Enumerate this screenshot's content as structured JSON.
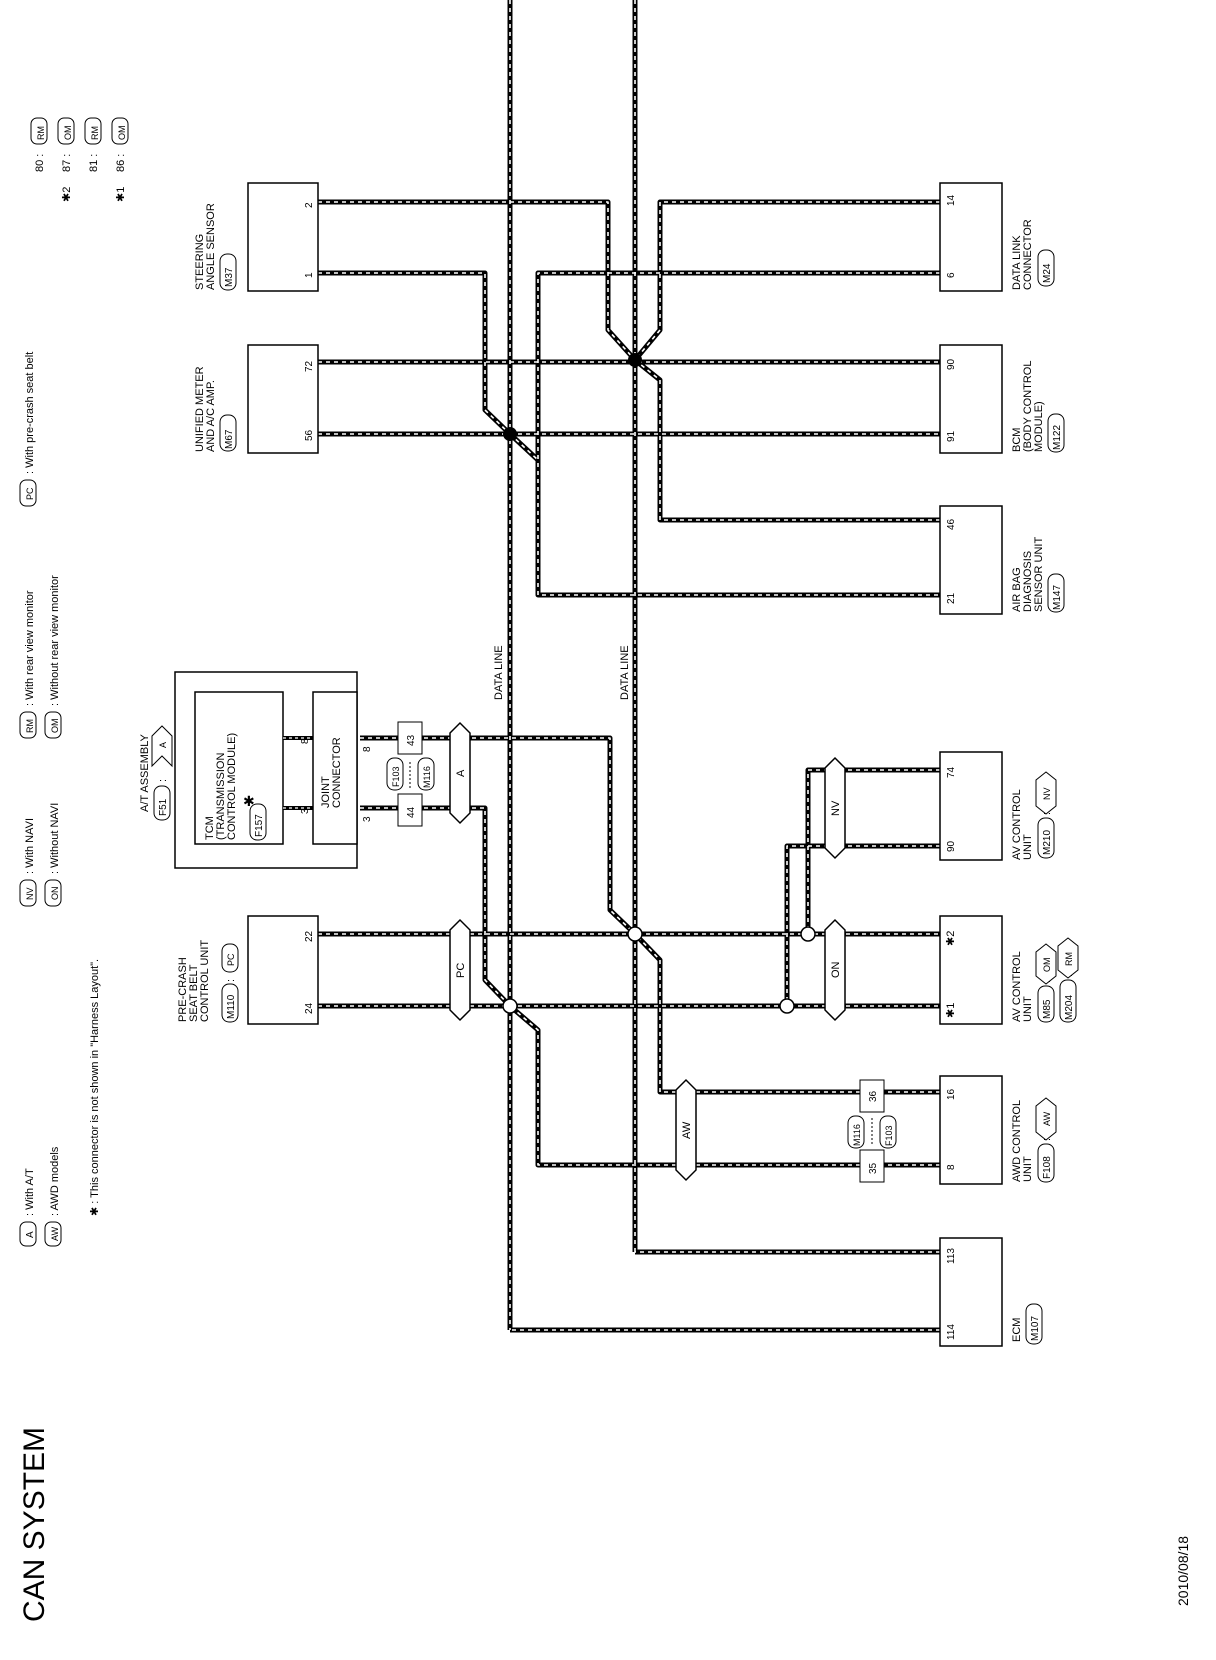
{
  "page": {
    "title": "CAN SYSTEM",
    "date": "2010/08/18"
  },
  "legend": {
    "items": [
      {
        "code": "A",
        "text": ": With A/T"
      },
      {
        "code": "AW",
        "text": ": AWD models"
      },
      {
        "code": "NV",
        "text": ": With NAVI"
      },
      {
        "code": "ON",
        "text": ": Without NAVI"
      },
      {
        "code": "RM",
        "text": ": With rear view monitor"
      },
      {
        "code": "OM",
        "text": ": Without rear view monitor"
      },
      {
        "code": "PC",
        "text": ": With pre-crash seat belt"
      }
    ],
    "note": "✱ : This connector is not shown in \"Harness Layout\".",
    "star1": "✱1",
    "star1_lines": [
      "86 :",
      "81 :"
    ],
    "star1_codes": [
      "OM",
      "RM"
    ],
    "star2": "✱2",
    "star2_lines": [
      "87 :",
      "80 :"
    ],
    "star2_codes": [
      "OM",
      "RM"
    ]
  },
  "data_line_label": "DATA LINE",
  "units_top": [
    {
      "lines": [
        "STEERING",
        "ANGLE SENSOR"
      ],
      "connector": "M37",
      "pins": [
        "2",
        "1"
      ]
    },
    {
      "lines": [
        "UNIFIED METER",
        "AND A/C AMP."
      ],
      "connector": "M67",
      "pins": [
        "72",
        "56"
      ]
    },
    {
      "lines": [
        "A/T ASSEMBLY"
      ],
      "connector": "F51",
      "option": "A"
    },
    {
      "lines": [
        "TCM",
        "(TRANSMISSION",
        "CONTROL MODULE)"
      ],
      "connector": "F157",
      "star": "✱"
    },
    {
      "lines": [
        "JOINT",
        "CONNECTOR"
      ],
      "pins": [
        "8",
        "3"
      ],
      "outer_pins": [
        "8",
        "3"
      ]
    },
    {
      "lines": [
        "PRE-CRASH",
        "SEAT BELT",
        "CONTROL UNIT"
      ],
      "connector": "M110",
      "option": "PC",
      "pins": [
        "22",
        "24"
      ]
    }
  ],
  "units_bottom": [
    {
      "lines": [
        "DATA LINK",
        "CONNECTOR"
      ],
      "connector": "M24",
      "pins": [
        "14",
        "6"
      ]
    },
    {
      "lines": [
        "BCM",
        "(BODY CONTROL",
        "MODULE)"
      ],
      "connector": "M122",
      "pins": [
        "90",
        "91"
      ]
    },
    {
      "lines": [
        "AIR BAG",
        "DIAGNOSIS",
        "SENSOR UNIT"
      ],
      "connector": "M147",
      "pins": [
        "46",
        "21"
      ]
    },
    {
      "lines": [
        "AV CONTROL",
        "UNIT"
      ],
      "connector": "M210",
      "option": "NV",
      "pins": [
        "74",
        "90"
      ]
    },
    {
      "lines": [
        "AV CONTROL",
        "UNIT"
      ],
      "connectors": [
        "M85",
        "M204"
      ],
      "options": [
        "OM",
        "RM"
      ],
      "pins": [
        "✱2",
        "✱1"
      ]
    },
    {
      "lines": [
        "AWD CONTROL",
        "UNIT"
      ],
      "connector": "F108",
      "option": "AW",
      "pins": [
        "16",
        "8"
      ]
    },
    {
      "lines": [
        "ECM"
      ],
      "connector": "M107",
      "pins": [
        "113",
        "114"
      ]
    }
  ],
  "inline_connectors": [
    {
      "left": "F103",
      "right": "M116",
      "pins": [
        "43",
        "44"
      ]
    },
    {
      "left": "M116",
      "right": "F103",
      "pins": [
        "36",
        "35"
      ]
    }
  ],
  "wire_tags": [
    "A",
    "PC",
    "NV",
    "ON",
    "AW"
  ]
}
